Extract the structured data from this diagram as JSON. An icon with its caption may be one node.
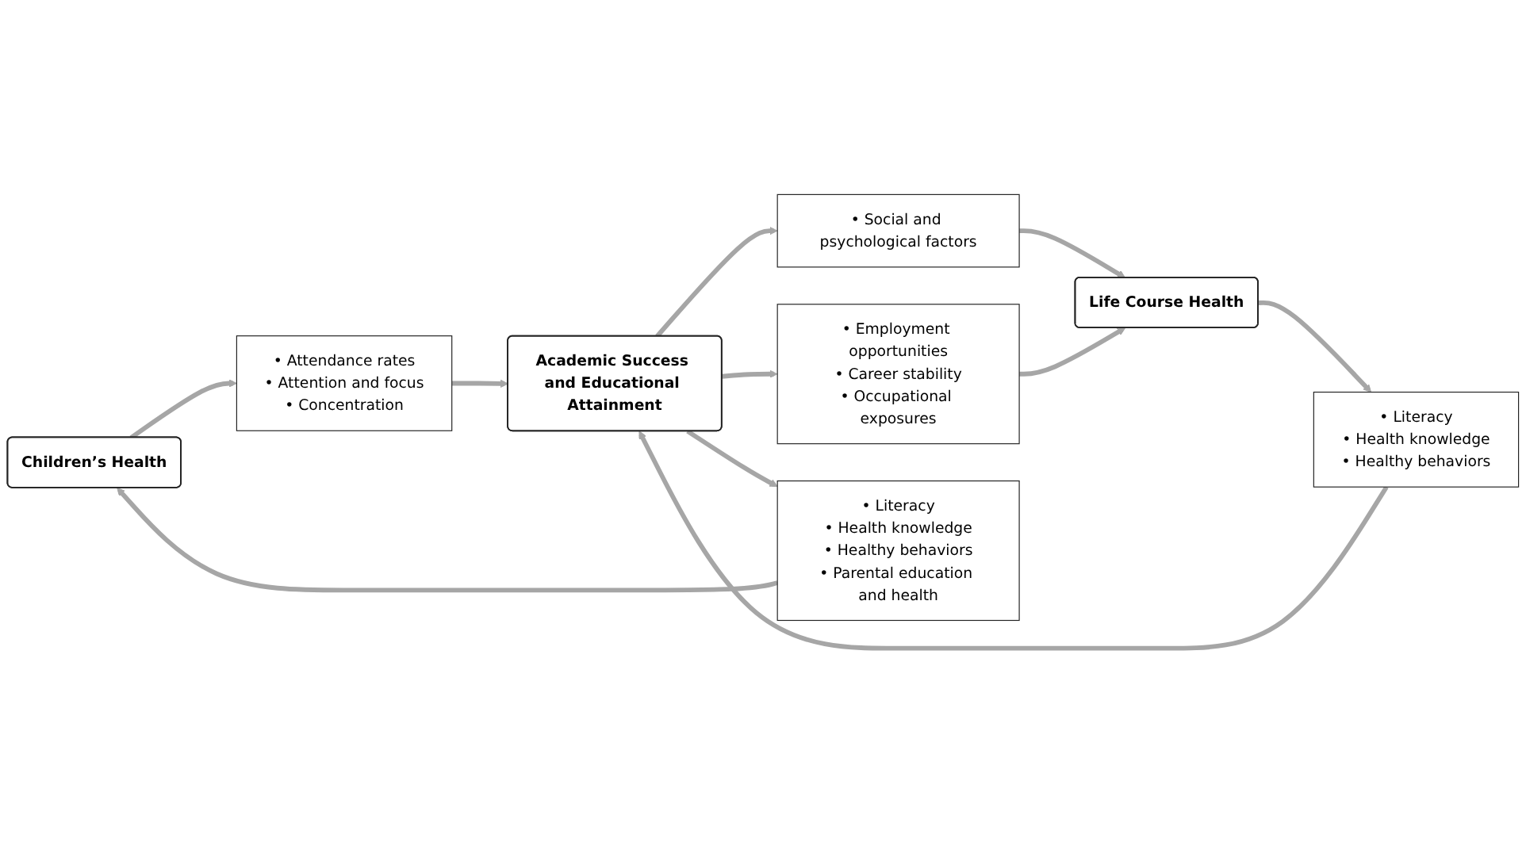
{
  "diagram": {
    "nodes": [
      {
        "text": [
          "Children’s Health"
        ]
      },
      {
        "text": [
          "• Attendance rates",
          "• Attention and focus",
          "• Concentration"
        ]
      },
      {
        "text": [
          "Academic Success and Educational Attainment"
        ]
      },
      {
        "text": [
          "• Social and psychological factors"
        ]
      },
      {
        "text": [
          "• Employment opportunities",
          "• Career stability",
          "• Occupational exposures"
        ]
      },
      {
        "text": [
          "Life Course Health"
        ]
      },
      {
        "text": [
          "• Literacy",
          "• Health knowledge",
          "• Healthy behaviors",
          "• Parental education and health"
        ]
      },
      {
        "text": [
          "• Literacy",
          "• Health knowledge",
          "• Healthy behaviors"
        ]
      }
    ],
    "edges": [
      {
        "from": 0,
        "to": 1,
        "arrow": "to"
      },
      {
        "from": 1,
        "to": 2,
        "arrow": "to"
      },
      {
        "from": 2,
        "to": 3,
        "arrow": "to"
      },
      {
        "from": 3,
        "to": 5,
        "arrow": "to"
      },
      {
        "from": 2,
        "to": 4,
        "arrow": "to"
      },
      {
        "from": 4,
        "to": 5,
        "arrow": "to"
      },
      {
        "from": 5,
        "to": 7,
        "arrow": "to"
      },
      {
        "from": 7,
        "to": 2,
        "arrow": "to"
      },
      {
        "from": 2,
        "to": 6,
        "arrow": "to"
      },
      {
        "from": 6,
        "to": 0,
        "arrow": "to"
      }
    ]
  }
}
